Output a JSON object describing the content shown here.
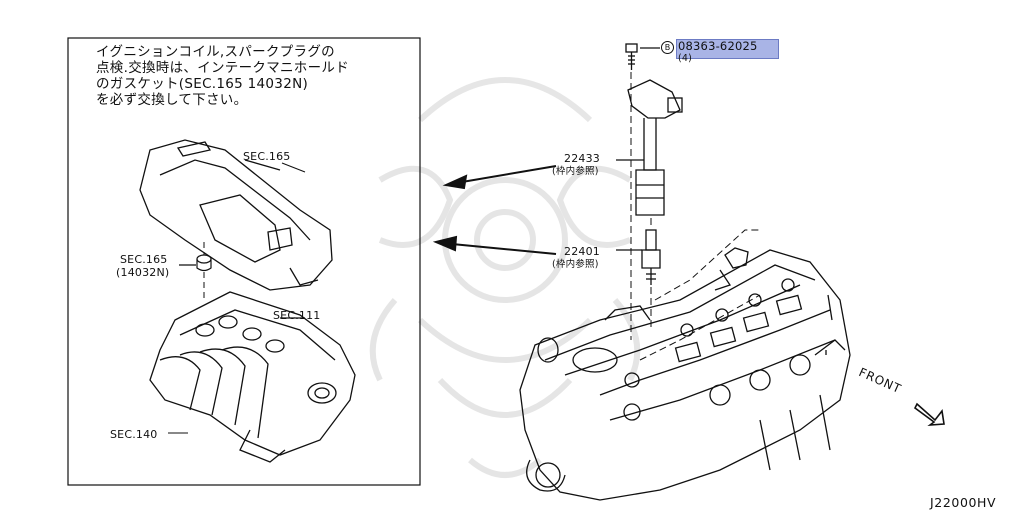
{
  "note": {
    "lines": [
      "イグニションコイル,スパークプラグの",
      "点検.交換時は、インテークマニホールド",
      "のガスケット(SEC.165  14032N)",
      "を必ず交換して下さい。"
    ]
  },
  "labels": {
    "sec165_top": "SEC.165",
    "sec165_left_1": "SEC.165",
    "sec165_left_2": "(14032N)",
    "sec111": "SEC.111",
    "sec140": "SEC.140",
    "part_22433": "22433",
    "part_22433_sub": "(枠内参照)",
    "part_22401": "22401",
    "part_22401_sub": "(枠内参照)",
    "bolt_marker": "B",
    "bolt_part": "08363-62025",
    "bolt_qty": "(4)",
    "front": "FRONT",
    "diagram_code": "J22000HV"
  },
  "colors": {
    "line": "#111111",
    "highlight": "#a9b4e6",
    "highlight_border": "#6c7bc4",
    "watermark": "#e6e6e6"
  }
}
